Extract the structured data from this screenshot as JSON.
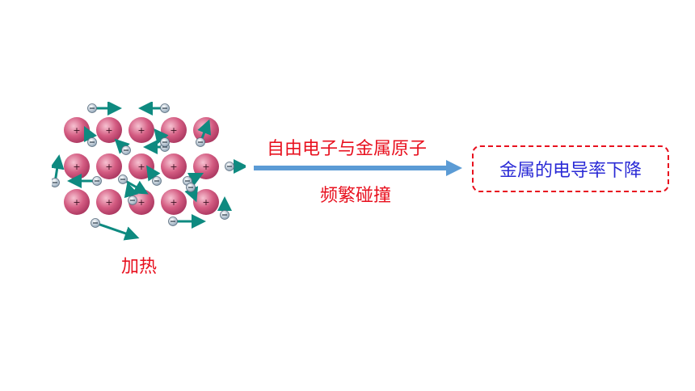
{
  "diagram": {
    "heat_caption": "加热",
    "process_label_top": "自由电子与金属原子",
    "process_label_bottom": "频繁碰撞",
    "result": "金属的电导率下降"
  },
  "atom": {
    "symbol": "+",
    "color": "#d45c82"
  },
  "electron": {
    "symbol": "−",
    "color": "#8aa0b4"
  },
  "colors": {
    "arrow_teal": "#0e8a80",
    "main_arrow": "#5b9bd5",
    "text_red": "#e8101e",
    "text_blue": "#2b2bd6"
  }
}
